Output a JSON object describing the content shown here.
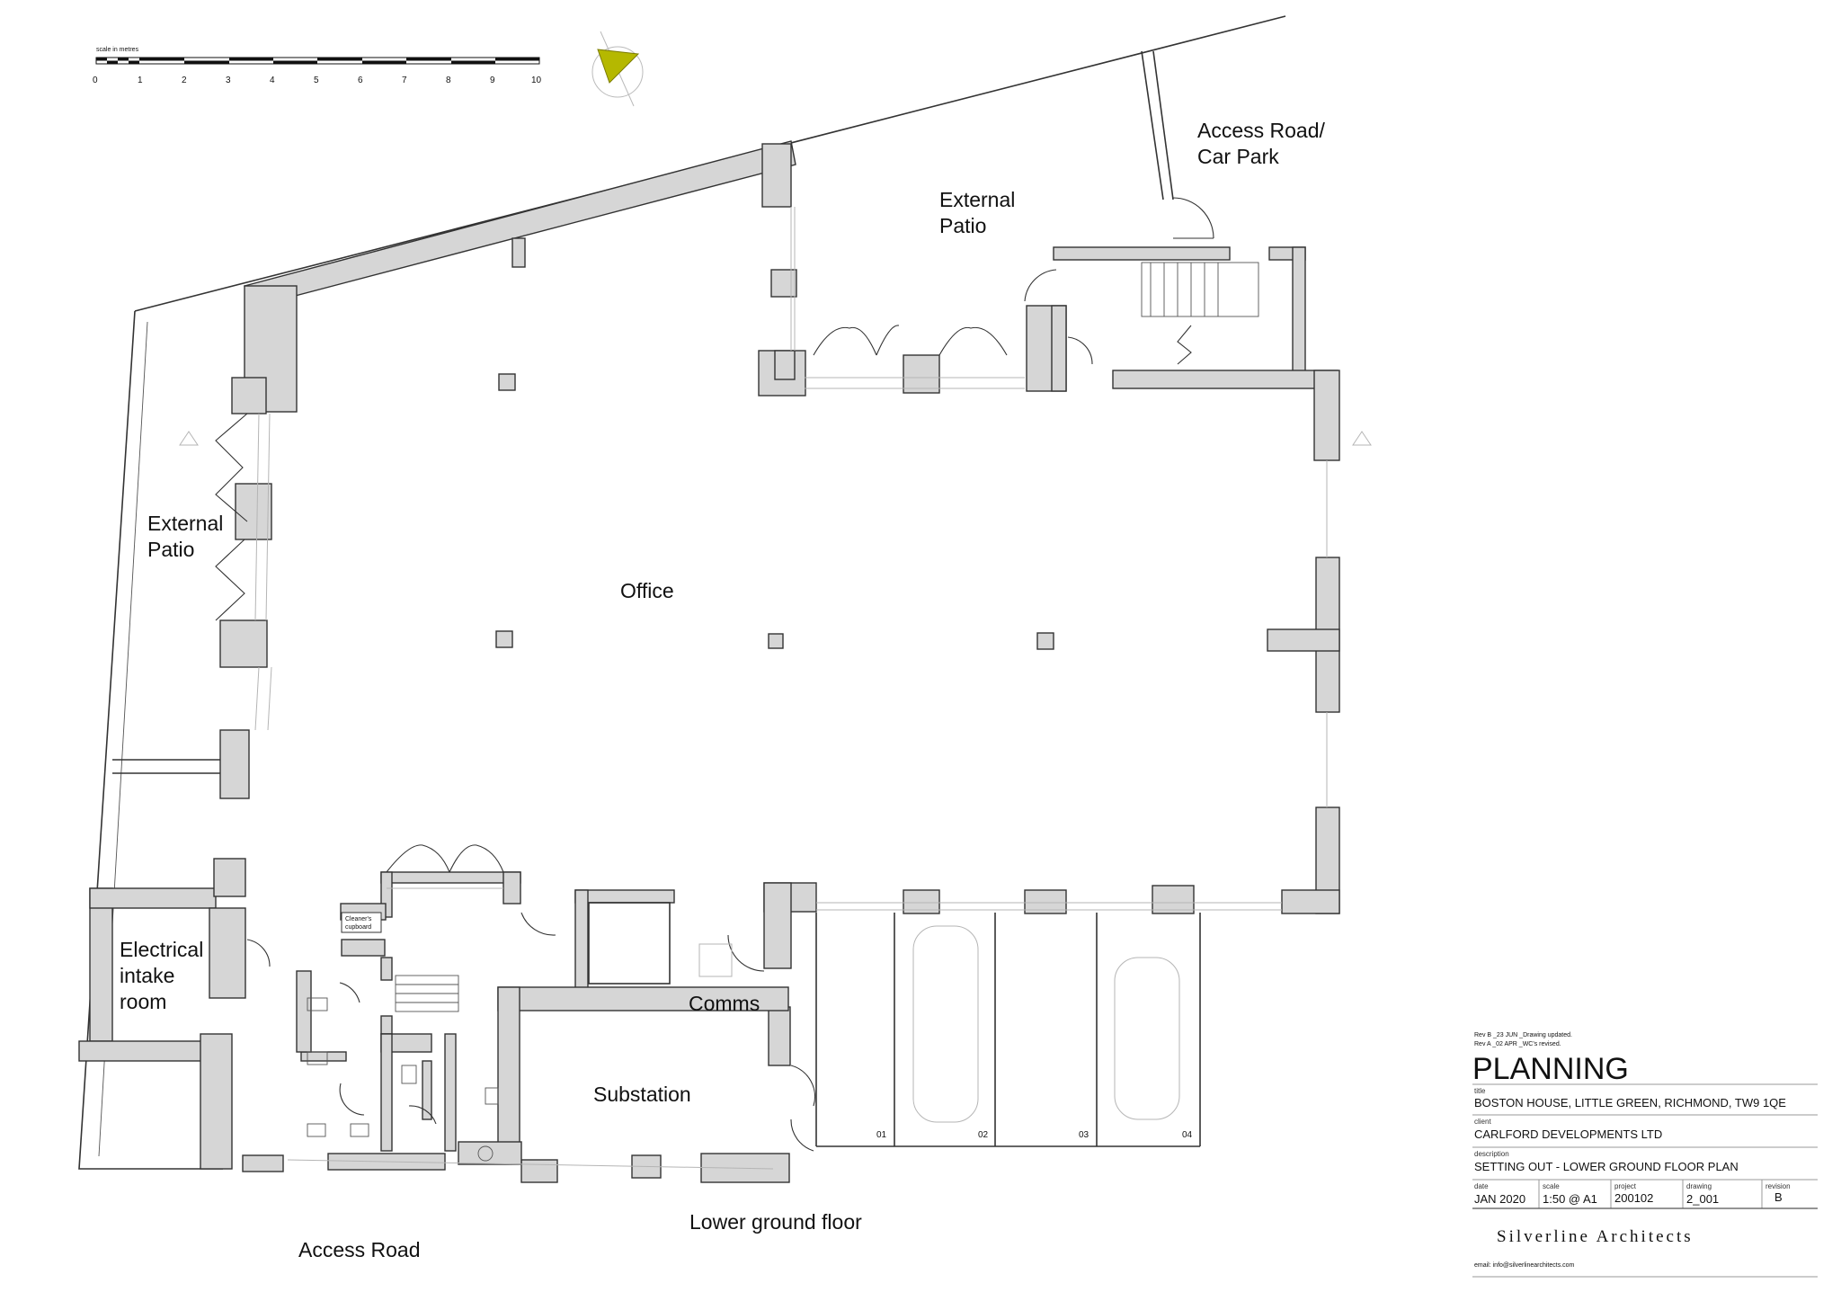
{
  "scale_bar": {
    "caption": "scale in metres",
    "ticks": [
      "0",
      "1",
      "2",
      "3",
      "4",
      "5",
      "6",
      "7",
      "8",
      "9",
      "10"
    ]
  },
  "north_arrow": {
    "icon": "north-arrow-icon",
    "color": "#b5b800"
  },
  "rooms": {
    "office": "Office",
    "patio_west_1": "External",
    "patio_west_2": "Patio",
    "patio_north_1": "External",
    "patio_north_2": "Patio",
    "access_car_1": "Access Road/",
    "access_car_2": "Car Park",
    "electrical_1": "Electrical",
    "electrical_2": "intake",
    "electrical_3": "room",
    "comms": "Comms",
    "substation": "Substation",
    "lower_ground": "Lower ground floor",
    "access_road": "Access Road",
    "cleaners_1": "Cleaner's",
    "cleaners_2": "cupboard"
  },
  "parking_bays": [
    "01",
    "02",
    "03",
    "04"
  ],
  "title_block": {
    "rev_b": "Rev B _23 JUN _Drawing updated.",
    "rev_a": "Rev A _02 APR _WC's revised.",
    "status": "PLANNING",
    "title_caption": "title",
    "title": "BOSTON HOUSE, LITTLE GREEN, RICHMOND, TW9 1QE",
    "client_caption": "client",
    "client": "CARLFORD DEVELOPMENTS LTD",
    "description_caption": "description",
    "description": "SETTING OUT - LOWER GROUND FLOOR PLAN",
    "date_caption": "date",
    "date": "JAN 2020",
    "scale_caption": "scale",
    "scale": "1:50 @ A1",
    "project_caption": "project",
    "project": "200102",
    "drawing_caption": "drawing",
    "drawing": "2_001",
    "revision_caption": "revision",
    "revision": "B",
    "brand": "Silverline Architects",
    "email": "email: info@silverlinearchitects.com"
  }
}
